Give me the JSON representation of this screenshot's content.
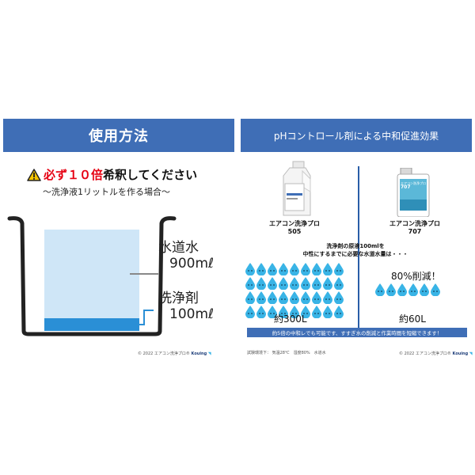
{
  "left": {
    "title": "使用方法",
    "warning_prefix": "必ず１０倍",
    "warning_suffix": "希釈してください",
    "subtitle": "～洗浄液1リットルを作る場合～",
    "water_label": "水道水",
    "water_amount": "900mℓ",
    "detergent_label": "洗浄剤",
    "detergent_amount": "100mℓ",
    "footer_copyright": "©",
    "footer_year": "2022",
    "footer_brand": "エアコン洗浄プロ®",
    "footer_logo": "Kouing"
  },
  "right": {
    "title": "pHコントロール剤による中和促進効果",
    "product_left_line1": "エアコン洗浄プロ",
    "product_left_line2": "505",
    "product_right_line1": "エアコン洗浄プロ",
    "product_right_line2": "707",
    "bottle_label_line1": "エアコン洗浄プロ",
    "bottle_label_line2": "707",
    "question_line1": "洗浄剤の原液100mlを",
    "question_line2": "中性にするまでに必要な水道水量は・・・",
    "reduction": "80%削減！",
    "amount_left": "約300L",
    "amount_right": "約60L",
    "conclusion": "約5倍の中和レでも可能です、すすぎ水の削減と作業時間を短縮できます！",
    "test_conditions": "試験環境下： 気温28℃　湿度80%　水道水",
    "footer_copyright": "©",
    "footer_year": "2022",
    "footer_brand": "エアコン洗浄プロ®",
    "footer_logo": "Kouing"
  },
  "drops": {
    "left_count": 36,
    "right_count": 6
  },
  "colors": {
    "header_bar": "#3f6eb6",
    "warning_red": "#e60012",
    "water_fill": "#cfe6f7",
    "detergent_fill": "#2a8fd6",
    "drop_blue": "#39b4e6",
    "conclusion_bar": "#3f6eb6"
  }
}
